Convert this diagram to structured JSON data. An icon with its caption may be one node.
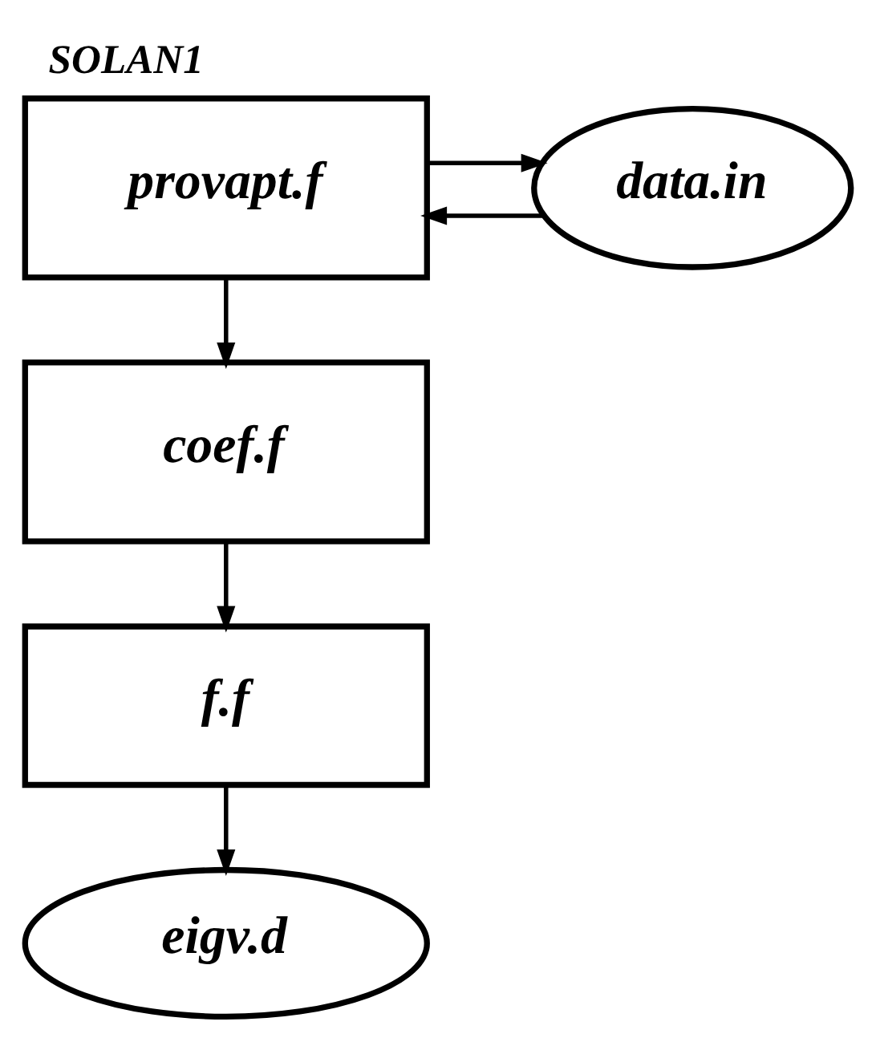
{
  "diagram": {
    "title": "SOLAN1",
    "nodes": [
      {
        "text": [
          "provapt.f"
        ]
      },
      {
        "text": [
          "data.in"
        ]
      },
      {
        "text": [
          "coef.f"
        ]
      },
      {
        "text": [
          "f.f"
        ]
      },
      {
        "text": [
          "eigv.d"
        ]
      }
    ],
    "edges": [
      {
        "from": 0,
        "to": 1,
        "arrow": "to"
      },
      {
        "from": 1,
        "to": 0,
        "arrow": "to"
      },
      {
        "from": 0,
        "to": 2,
        "arrow": "to"
      },
      {
        "from": 2,
        "to": 3,
        "arrow": "to"
      },
      {
        "from": 3,
        "to": 4,
        "arrow": "to"
      }
    ]
  }
}
